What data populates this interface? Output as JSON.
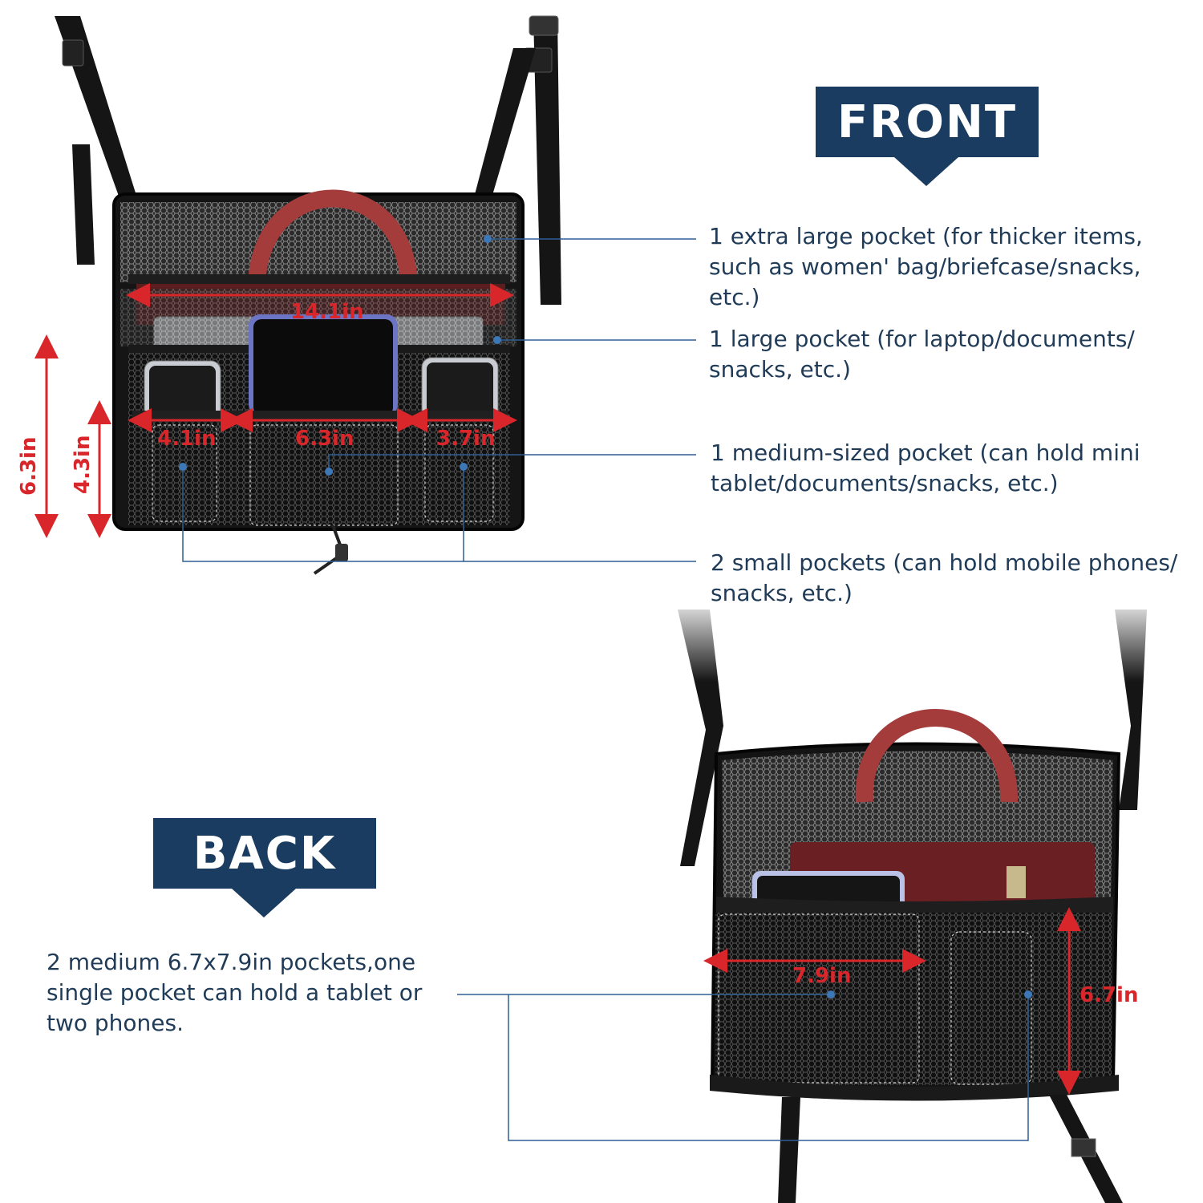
{
  "front_banner": "FRONT",
  "back_banner": "BACK",
  "front_callouts": [
    "1 extra large pocket (for thicker items,\nsuch as women' bag/briefcase/snacks,\netc.)",
    "1 large pocket (for laptop/documents/\nsnacks, etc.)",
    "1 medium-sized pocket (can hold mini\ntablet/documents/snacks, etc.)",
    "2 small pockets (can hold mobile phones/\nsnacks, etc.)"
  ],
  "back_callout": "2 medium 6.7x7.9in pockets,one\nsingle pocket can hold a tablet or\ntwo phones.",
  "front_dimensions": {
    "width_total": "14.1in",
    "pocket_left": "4.1in",
    "pocket_middle": "6.3in",
    "pocket_right": "3.7in",
    "height_total": "6.3in",
    "height_pocket": "4.3in"
  },
  "back_dimensions": {
    "width": "7.9in",
    "height": "6.7in"
  },
  "colors": {
    "banner_navy": "#1b3c61",
    "callout_text": "#1f3b57",
    "leader_line": "#2f5f93",
    "dimension_red": "#d8262a",
    "bag_red": "#9e3a39",
    "mesh_black": "#141414"
  }
}
